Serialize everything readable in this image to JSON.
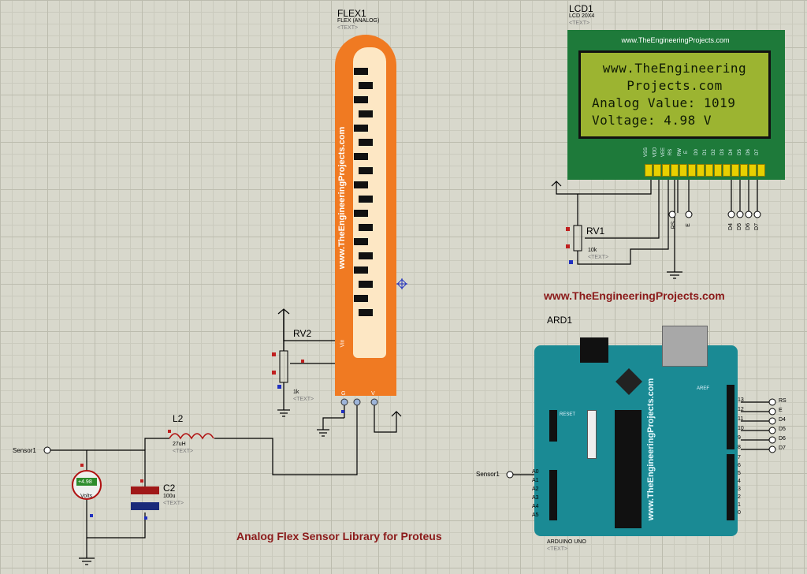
{
  "flex": {
    "ref": "FLEX1",
    "model": "FLEX (ANALOG)",
    "text_tag": "<TEXT>",
    "side_text": "www.TheEngineeringProjects.com",
    "pin_vin": "Vin",
    "pin_gnd": "G",
    "pin_out": "V"
  },
  "lcd": {
    "ref": "LCD1",
    "model": "LCD 20X4",
    "text_tag": "<TEXT>",
    "frame_url": "www.TheEngineeringProjects.com",
    "lines": [
      "www.TheEngineering",
      "Projects.com",
      "Analog Value: 1019",
      "Voltage: 4.98 V"
    ],
    "pins": [
      "VSS",
      "VDD",
      "VEE",
      "RS",
      "RW",
      "E",
      "D0",
      "D1",
      "D2",
      "D3",
      "D4",
      "D5",
      "D6",
      "D7"
    ],
    "tag_rs": "RS",
    "tag_e": "E",
    "tags_data": [
      "D4",
      "D5",
      "D6",
      "D7"
    ]
  },
  "rv1": {
    "ref": "RV1",
    "value": "10k",
    "text_tag": "<TEXT>"
  },
  "rv2": {
    "ref": "RV2",
    "value": "1k",
    "text_tag": "<TEXT>"
  },
  "l2": {
    "ref": "L2",
    "value": "27uH",
    "text_tag": "<TEXT>"
  },
  "c2": {
    "ref": "C2",
    "value": "100u",
    "text_tag": "<TEXT>"
  },
  "voltmeter": {
    "reading": "+4.98",
    "unit": "Volts"
  },
  "sensor_tag_left": "Sensor1",
  "sensor_tag_right": "Sensor1",
  "website": "www.TheEngineeringProjects.com",
  "caption": "Analog Flex Sensor Library for Proteus",
  "ard": {
    "ref": "ARD1",
    "model": "ARDUINO UNO",
    "text_tag": "<TEXT>",
    "board_text": "www.TheEngineeringProjects.com",
    "left_labels": [
      "A0",
      "A1",
      "A2",
      "A3",
      "A4",
      "A5"
    ],
    "right_top_pins": [
      "13",
      "12",
      "11",
      "10",
      "9",
      "8"
    ],
    "right_bottom_pins": [
      "7",
      "6",
      "5",
      "4",
      "3",
      "2",
      "1",
      "0"
    ],
    "io_tags": [
      "RS",
      "E",
      "D4",
      "D5",
      "D6",
      "D7"
    ],
    "aref": "AREF",
    "reset": "RESET"
  },
  "colors": {
    "grid_bg": "#d8d8cc",
    "flex_orange": "#f07a22",
    "lcd_green": "#9cb431",
    "board_teal": "#1a8a94",
    "wire": "#000000",
    "caption_red": "#8b1a1a"
  }
}
